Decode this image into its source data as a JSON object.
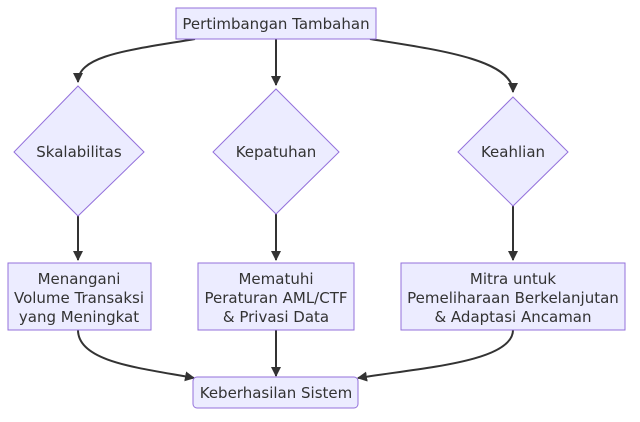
{
  "diagram": {
    "nodes": {
      "top": {
        "label": "Pertimbangan Tambahan"
      },
      "d1": {
        "label": "Skalabilitas"
      },
      "d2": {
        "label": "Kepatuhan"
      },
      "d3": {
        "label": "Keahlian"
      },
      "b1": {
        "lines": [
          "Menangani",
          "Volume Transaksi",
          "yang Meningkat"
        ]
      },
      "b2": {
        "lines": [
          "Mematuhi",
          "Peraturan AML/CTF",
          "& Privasi Data"
        ]
      },
      "b3": {
        "lines": [
          "Mitra untuk",
          "Pemeliharaan Berkelanjutan",
          "& Adaptasi Ancaman"
        ]
      },
      "bottom": {
        "label": "Keberhasilan Sistem"
      }
    },
    "colors": {
      "node_fill": "#ECECFF",
      "node_stroke": "#9370DB",
      "edge": "#333333",
      "text": "#333333"
    }
  }
}
